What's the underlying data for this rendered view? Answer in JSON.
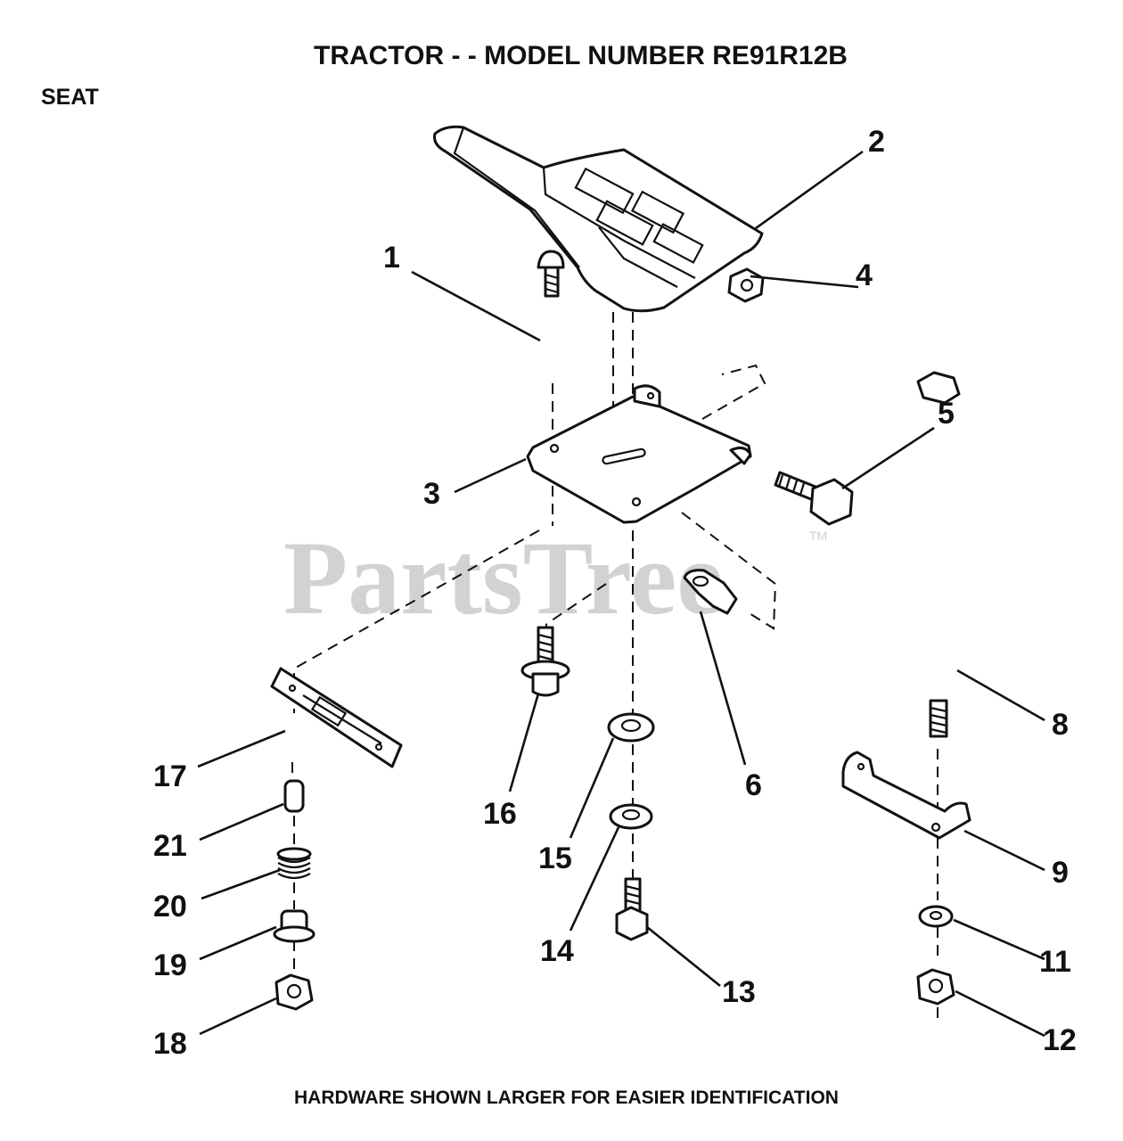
{
  "title": "TRACTOR - - MODEL NUMBER RE91R12B",
  "section": "SEAT",
  "watermark": "PartsTree",
  "trademark": "TM",
  "footer": "HARDWARE SHOWN LARGER FOR EASIER IDENTIFICATION",
  "callouts": {
    "c1": "1",
    "c2": "2",
    "c3": "3",
    "c4": "4",
    "c5": "5",
    "c6": "6",
    "c8": "8",
    "c9": "9",
    "c11": "11",
    "c12": "12",
    "c13": "13",
    "c14": "14",
    "c15": "15",
    "c16": "16",
    "c17": "17",
    "c18": "18",
    "c19": "19",
    "c20": "20",
    "c21": "21"
  }
}
